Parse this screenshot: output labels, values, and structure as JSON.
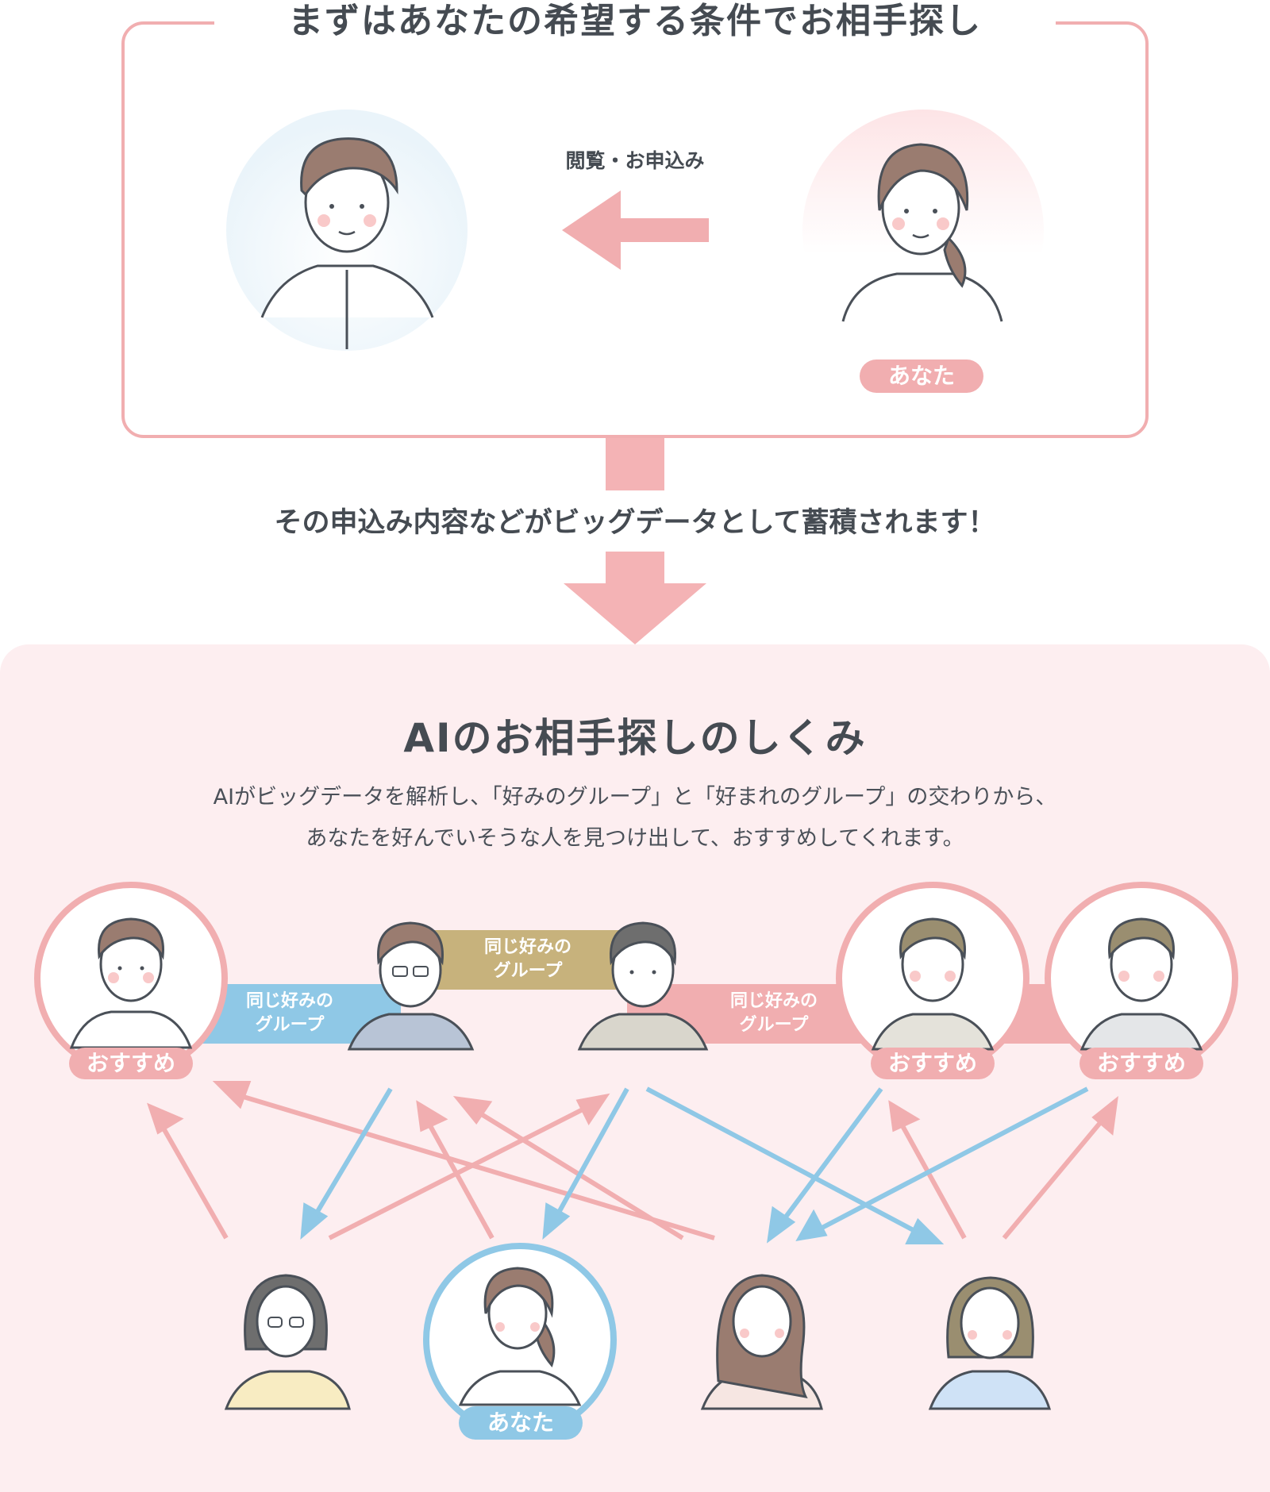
{
  "top": {
    "title": "まずはあなたの希望する条件でお相手探し",
    "action_label": "閲覧・お申込み",
    "you_label": "あなた"
  },
  "middle": {
    "text": "その申込み内容などがビッグデータとして蓄積されます！"
  },
  "ai": {
    "title": "AIのお相手探しのしくみ",
    "description_line1": "AIがビッグデータを解析し、「好みのグループ」と「好まれのグループ」の交わりから、",
    "description_line2": "あなたを好んでいそうな人を見つけ出して、おすすめしてくれます。",
    "group_label_line1": "同じ好みの",
    "group_label_line2": "グループ",
    "recommend_label": "おすすめ",
    "you_label": "あなた"
  },
  "colors": {
    "pink": "#f1aeb0",
    "blue": "#8fc8e6",
    "gold": "#c7b27c",
    "panel": "#fdeef0",
    "text": "#454b52"
  }
}
